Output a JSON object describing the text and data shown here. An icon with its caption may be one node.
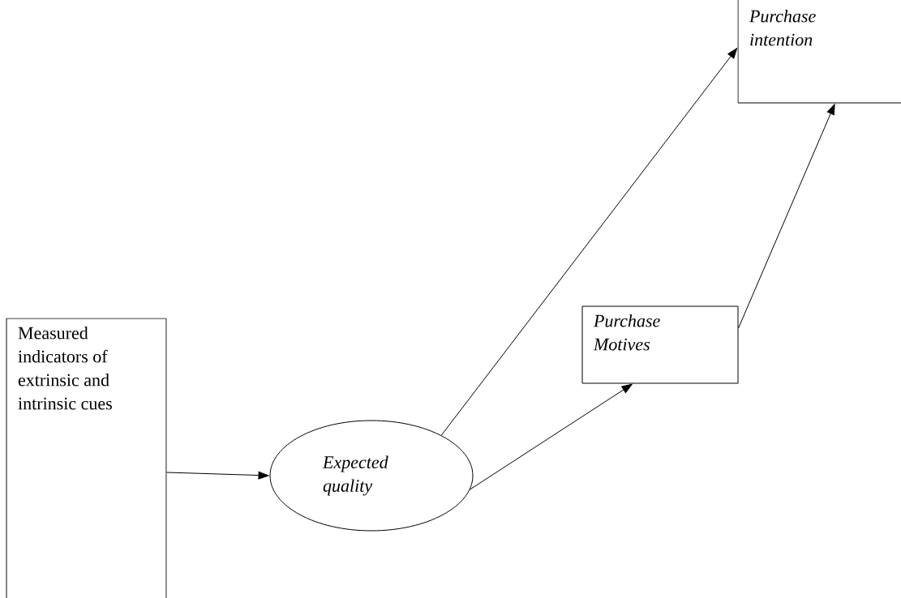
{
  "diagram": {
    "nodes": [
      {
        "text": [
          "Measured indicators of extrinsic and intrinsic cues"
        ]
      },
      {
        "text": [
          "Expected quality"
        ]
      },
      {
        "text": [
          "Purchase Motives"
        ]
      },
      {
        "text": [
          "Purchase intention"
        ]
      }
    ],
    "edges": [
      {
        "from": 0,
        "to": 1,
        "arrow": "to"
      },
      {
        "from": 1,
        "to": 3,
        "arrow": "to"
      },
      {
        "from": 1,
        "to": 2,
        "arrow": "to"
      },
      {
        "from": 2,
        "to": 3,
        "arrow": "to"
      }
    ]
  }
}
